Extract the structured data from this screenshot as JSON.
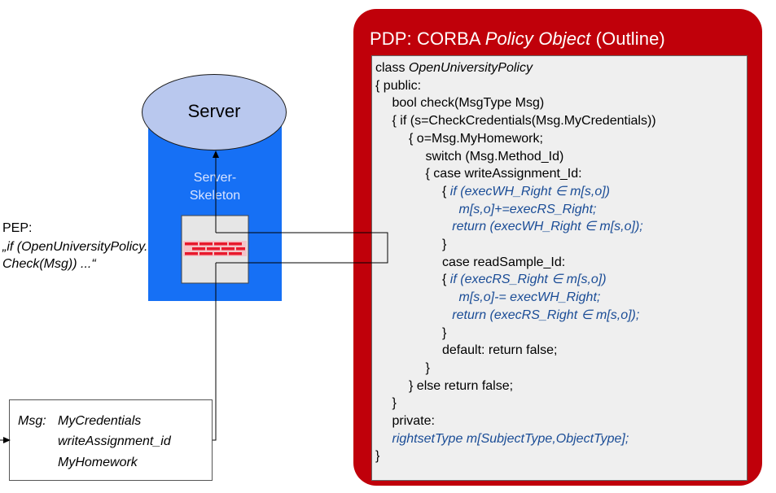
{
  "pdp": {
    "title_prefix": "PDP: CORBA ",
    "title_italic": "Policy Object",
    "title_suffix": " (Outline)",
    "code": [
      {
        "indent": 0,
        "parts": [
          {
            "t": "class ",
            "s": "plain"
          },
          {
            "t": "OpenUniversityPolicy",
            "s": "italic"
          }
        ]
      },
      {
        "indent": 0,
        "parts": [
          {
            "t": "{   public:",
            "s": "plain"
          }
        ]
      },
      {
        "indent": 1,
        "parts": [
          {
            "t": "bool check(MsgType Msg)",
            "s": "plain"
          }
        ]
      },
      {
        "indent": 1,
        "parts": [
          {
            "t": "{   if (s=CheckCredentials(Msg.MyCredentials))",
            "s": "plain"
          }
        ]
      },
      {
        "indent": 2,
        "parts": [
          {
            "t": "{   o=Msg.MyHomework;",
            "s": "plain"
          }
        ]
      },
      {
        "indent": 3,
        "parts": [
          {
            "t": "switch (Msg.Method_Id)",
            "s": "plain"
          }
        ]
      },
      {
        "indent": 3,
        "parts": [
          {
            "t": "{   case writeAssignment_Id:",
            "s": "plain"
          }
        ]
      },
      {
        "indent": 4,
        "parts": [
          {
            "t": "{   ",
            "s": "plain"
          },
          {
            "t": "if (execWH_Right ∈ m[s,o])",
            "s": "blue"
          }
        ]
      },
      {
        "indent": 5,
        "parts": [
          {
            "t": "m[s,o]+=execRS_Right;",
            "s": "blue"
          }
        ]
      },
      {
        "indent": 4.6,
        "parts": [
          {
            "t": "return (execWH_Right ∈ m[s,o]);",
            "s": "blue"
          }
        ]
      },
      {
        "indent": 4,
        "parts": [
          {
            "t": "}",
            "s": "plain"
          }
        ]
      },
      {
        "indent": 4,
        "parts": [
          {
            "t": "case readSample_Id:",
            "s": "plain"
          }
        ]
      },
      {
        "indent": 4,
        "parts": [
          {
            "t": "{   ",
            "s": "plain"
          },
          {
            "t": "if (execRS_Right ∈ m[s,o])",
            "s": "blue"
          }
        ]
      },
      {
        "indent": 5,
        "parts": [
          {
            "t": "m[s,o]-= execWH_Right;",
            "s": "blue"
          }
        ]
      },
      {
        "indent": 4.6,
        "parts": [
          {
            "t": "return (execRS_Right ∈ m[s,o]);",
            "s": "blue"
          }
        ]
      },
      {
        "indent": 4,
        "parts": [
          {
            "t": "}",
            "s": "plain"
          }
        ]
      },
      {
        "indent": 4,
        "parts": [
          {
            "t": "default: return false;",
            "s": "plain"
          }
        ]
      },
      {
        "indent": 3,
        "parts": [
          {
            "t": "}",
            "s": "plain"
          }
        ]
      },
      {
        "indent": 2,
        "parts": [
          {
            "t": "}   else return false;",
            "s": "plain"
          }
        ]
      },
      {
        "indent": 1,
        "parts": [
          {
            "t": "}",
            "s": "plain"
          }
        ]
      },
      {
        "indent": 1,
        "parts": [
          {
            "t": "private:",
            "s": "plain"
          }
        ]
      },
      {
        "indent": 1,
        "parts": [
          {
            "t": "rightsetType m[SubjectType,ObjectType];",
            "s": "blue"
          }
        ]
      },
      {
        "indent": 0,
        "parts": [
          {
            "t": "}",
            "s": "plain"
          }
        ]
      }
    ]
  },
  "server": {
    "label": "Server",
    "skeleton_line1": "Server-",
    "skeleton_line2": "Skeleton"
  },
  "pep": {
    "label": "PEP:",
    "code_line1": "„if (OpenUniversityPolicy.",
    "code_line2": "Check(Msg)) ...“"
  },
  "msg": {
    "label": "Msg:",
    "fields": [
      "MyCredentials",
      "writeAssignment_id",
      "MyHomework"
    ]
  },
  "colors": {
    "pdp_red": "#c0000a",
    "server_blue": "#1670f5",
    "server_top": "#b9c8ee",
    "code_blue": "#1a4c96",
    "firewall_red": "#e8192c"
  }
}
